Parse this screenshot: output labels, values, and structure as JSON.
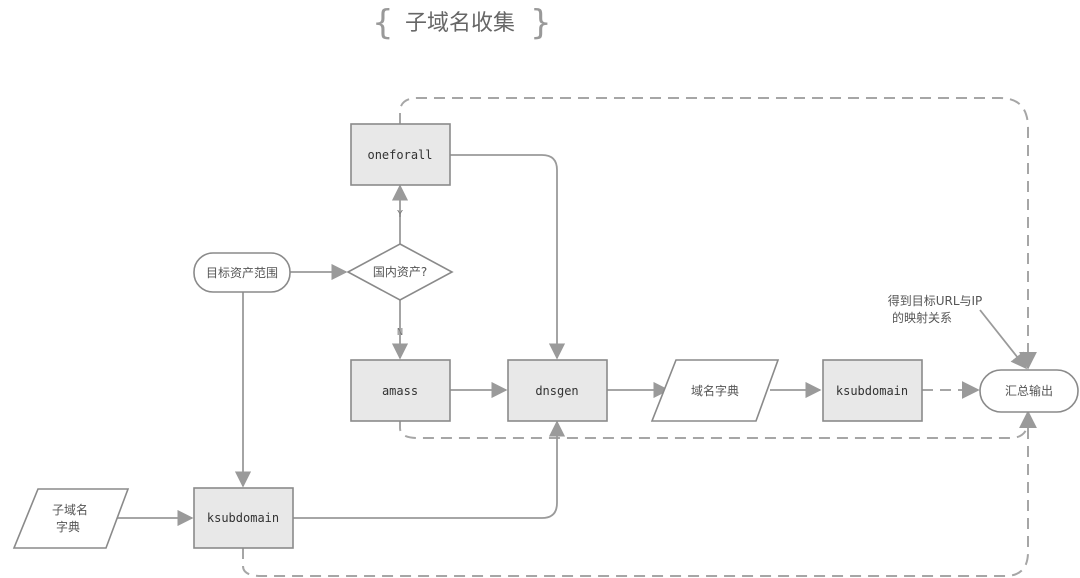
{
  "title": "子域名收集",
  "nodes": {
    "oneforall": "oneforall",
    "target_scope": "目标资产范围",
    "domestic_question": "国内资产?",
    "amass": "amass",
    "dnsgen": "dnsgen",
    "domain_dict": "域名字典",
    "ksubdomain_right": "ksubdomain",
    "summary_output": "汇总输出",
    "subdomain_dict_line1": "子域名",
    "subdomain_dict_line2": "字典",
    "ksubdomain_left": "ksubdomain"
  },
  "edge_labels": {
    "yes": "Y",
    "no": "N"
  },
  "annotation": {
    "line1": "得到目标URL与IP",
    "line2": "的映射关系"
  }
}
